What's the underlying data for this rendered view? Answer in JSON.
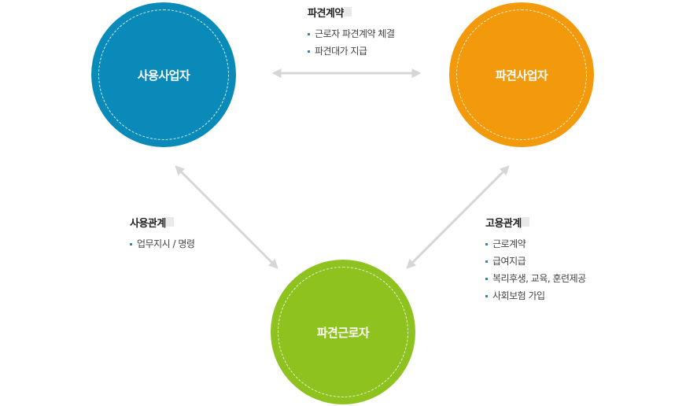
{
  "nodes": {
    "user_company": {
      "label": "사용사업자",
      "color": "#0a8ab8"
    },
    "dispatch_company": {
      "label": "파견사업자",
      "color": "#f29a0b"
    },
    "dispatch_worker": {
      "label": "파견근로자",
      "color": "#8dc21f"
    }
  },
  "relations": {
    "dispatch_contract": {
      "title": "파견계약",
      "items": [
        "근로자 파견계약 체결",
        "파견대가 지급"
      ]
    },
    "usage_relation": {
      "title": "사용관계",
      "items": [
        "업무지시 / 명령"
      ]
    },
    "employment_relation": {
      "title": "고용관계",
      "items": [
        "근로계약",
        "급여지급",
        "복리후생, 교육, 훈련제공",
        "사회보험 가입"
      ]
    }
  },
  "colors": {
    "arrow": "#d6d6d6",
    "bullet": "#1a8fc0",
    "title_tab": "#e9e9e9"
  }
}
